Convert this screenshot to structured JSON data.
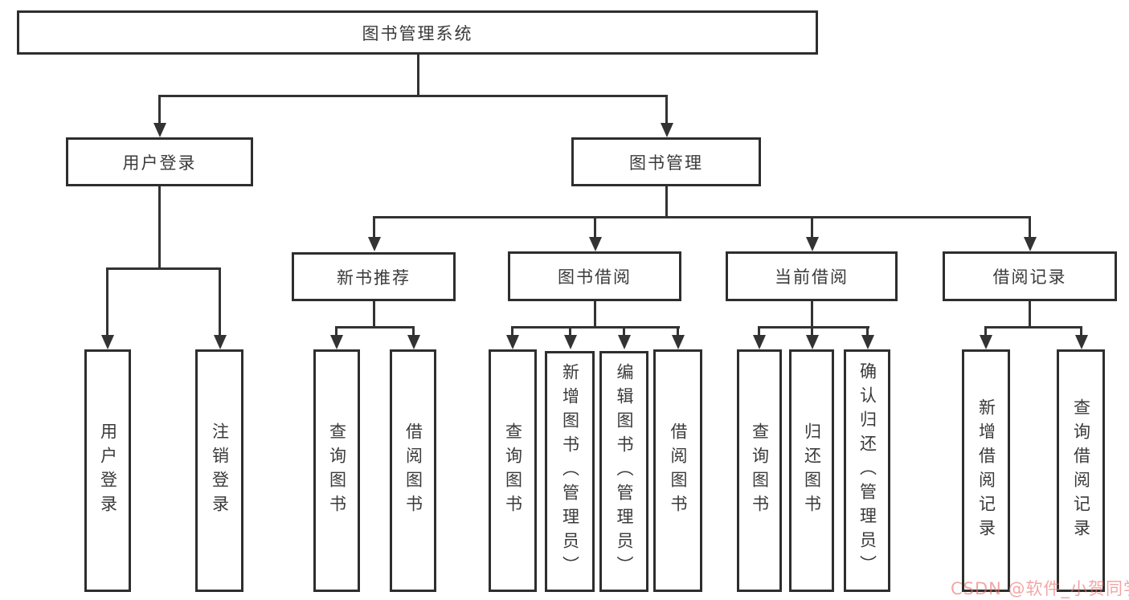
{
  "tree": {
    "root": {
      "label": "图书管理系统",
      "children": [
        {
          "label": "用户登录",
          "children": [
            {
              "label": "用户登录"
            },
            {
              "label": "注销登录"
            }
          ]
        },
        {
          "label": "图书管理",
          "children": [
            {
              "label": "新书推荐",
              "children": [
                {
                  "label": "查询图书"
                },
                {
                  "label": "借阅图书"
                }
              ]
            },
            {
              "label": "图书借阅",
              "children": [
                {
                  "label": "查询图书"
                },
                {
                  "label": "新增图书（管理员）"
                },
                {
                  "label": "编辑图书（管理员）"
                },
                {
                  "label": "借阅图书"
                }
              ]
            },
            {
              "label": "当前借阅",
              "children": [
                {
                  "label": "查询图书"
                },
                {
                  "label": "归还图书"
                },
                {
                  "label": "确认归还（管理员）"
                }
              ]
            },
            {
              "label": "借阅记录",
              "children": [
                {
                  "label": "新增借阅记录"
                },
                {
                  "label": "查询借阅记录"
                }
              ]
            }
          ]
        }
      ]
    }
  },
  "watermark": {
    "text": "CSDN @软件_小贺同学",
    "color": "#eb7070"
  },
  "colors": {
    "line": "#333333",
    "box_border": "#2e2e2e",
    "text": "#3a3a3a",
    "background": "#ffffff"
  }
}
